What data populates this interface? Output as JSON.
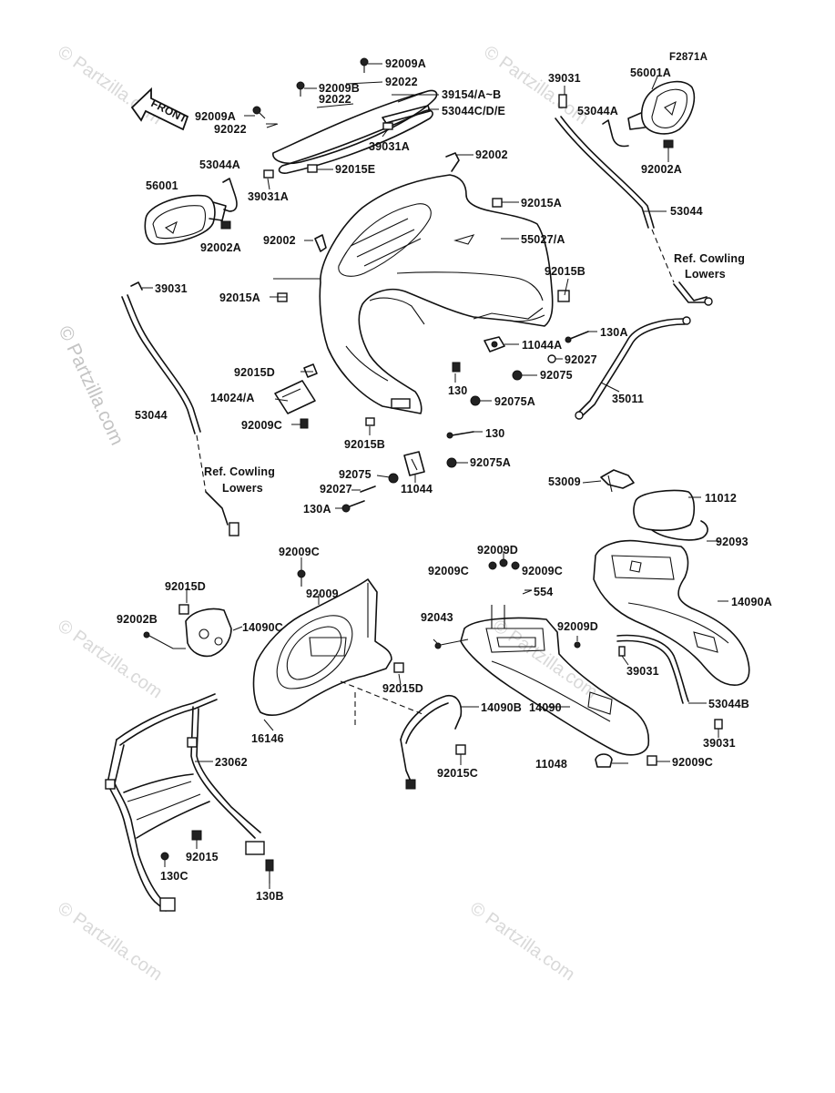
{
  "figure_code": "F2871A",
  "front_arrow": "FRONT",
  "watermark": "© Partzilla.com",
  "reference_note_right": [
    "Ref. Cowling",
    "Lowers"
  ],
  "reference_note_left": [
    "Ref. Cowling",
    "Lowers"
  ],
  "labels": {
    "l_92009A_top": "92009A",
    "l_92009B": "92009B",
    "l_92022_top": "92022",
    "l_39154": "39154/A~B",
    "l_53044CDE": "53044C/D/E",
    "l_92009A_left": "92009A",
    "l_92022_left": "92022",
    "l_92022_mid": "92022",
    "l_39031A_mid": "39031A",
    "l_53044A_left": "53044A",
    "l_92015E": "92015E",
    "l_39031A_left": "39031A",
    "l_56001": "56001",
    "l_92002A_left": "92002A",
    "l_92002_top": "92002",
    "l_92015A_top": "92015A",
    "l_55027": "55027/A",
    "l_92002_left": "92002",
    "l_92015B_right": "92015B",
    "l_92015A_left": "92015A",
    "l_39031_left": "39031",
    "l_39031_right": "39031",
    "l_56001A": "56001A",
    "l_53044A_right": "53044A",
    "l_92002A_right": "92002A",
    "l_53044": "53044",
    "l_130A_right": "130A",
    "l_11044A": "11044A",
    "l_92027_right": "92027",
    "l_92075_right": "92075",
    "l_130_mid": "130",
    "l_92075A_mid": "92075A",
    "l_35011": "35011",
    "l_92015D_top": "92015D",
    "l_14024A": "14024/A",
    "l_92009C_left": "92009C",
    "l_53044_left": "53044",
    "l_92015B_bottom": "92015B",
    "l_130_low": "130",
    "l_92075A_low": "92075A",
    "l_92075_low": "92075",
    "l_92027_low": "92027",
    "l_11044": "11044",
    "l_130A_low": "130A",
    "l_53009": "53009",
    "l_11012": "11012",
    "l_92093": "92093",
    "l_92009C_top": "92009C",
    "l_92009D_top": "92009D",
    "l_92009C_mid1": "92009C",
    "l_92009C_mid2": "92009C",
    "l_554": "554",
    "l_14090A": "14090A",
    "l_92015D_left": "92015D",
    "l_92009_mid": "92009",
    "l_92002B": "92002B",
    "l_14090C": "14090C",
    "l_92043": "92043",
    "l_92009D_mid": "92009D",
    "l_39031_low": "39031",
    "l_92015D_mid": "92015D",
    "l_14090B": "14090B",
    "l_14090": "14090",
    "l_53044B": "53044B",
    "l_16146": "16146",
    "l_39031_bottom": "39031",
    "l_23062": "23062",
    "l_92015C": "92015C",
    "l_11048": "11048",
    "l_92009C_bottom": "92009C",
    "l_92015": "92015",
    "l_130C": "130C",
    "l_130B": "130B"
  }
}
